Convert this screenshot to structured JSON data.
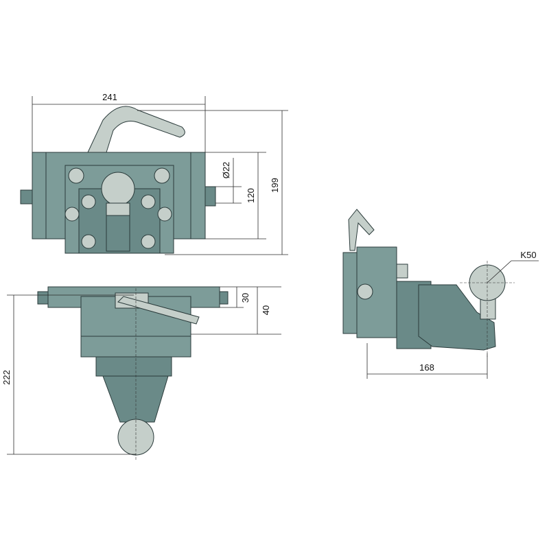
{
  "dimensions": {
    "front_width": "241",
    "pin_diameter": "Ø22",
    "plate_height": "120",
    "total_height": "199",
    "top_dim_30": "30",
    "top_dim_40": "40",
    "top_length": "222",
    "ball_size": "K50",
    "side_length": "168"
  },
  "colors": {
    "body": "#7d9c99",
    "parts": "#c5cfca"
  }
}
